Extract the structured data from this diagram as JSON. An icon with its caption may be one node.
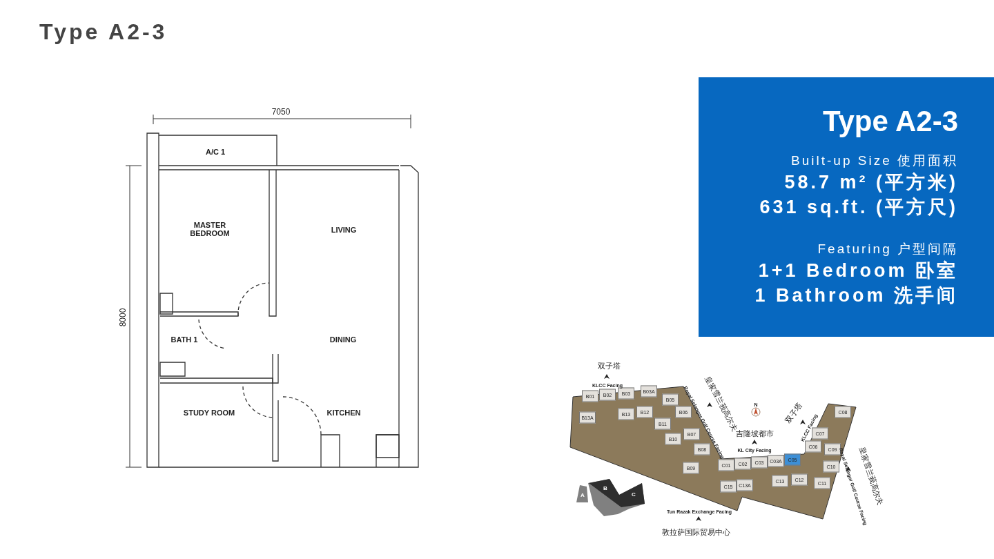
{
  "diagram": {
    "title": "Type A2-3",
    "nodes": [
      {
        "text": [
          "A/C 1"
        ]
      },
      {
        "text": [
          "MASTER BEDROOM"
        ]
      },
      {
        "text": [
          "LIVING"
        ]
      },
      {
        "text": [
          "BATH 1"
        ]
      },
      {
        "text": [
          "DINING"
        ]
      },
      {
        "text": [
          "STUDY ROOM"
        ]
      },
      {
        "text": [
          "KITCHEN"
        ]
      },
      {
        "text": [
          "Type A2-3",
          "Built-up Size 使用面积",
          "58.7 m² (平方米)",
          "631 sq.ft. (平方尺)",
          "Featuring 户型间隔",
          "1+1 Bedroom 卧室",
          "1 Bathroom 洗手间"
        ]
      },
      {
        "text": [],
        "shape": "picture"
      },
      {
        "text": [
          "B01"
        ],
        "in": 8
      },
      {
        "text": [
          "B02"
        ],
        "in": 8
      },
      {
        "text": [
          "B03"
        ],
        "in": 8
      },
      {
        "text": [
          "B03A"
        ],
        "in": 8
      },
      {
        "text": [
          "B13A"
        ],
        "in": 8
      },
      {
        "text": [
          "B13"
        ],
        "in": 8
      },
      {
        "text": [
          "B12"
        ],
        "in": 8
      },
      {
        "text": [
          "B05"
        ],
        "in": 8
      },
      {
        "text": [
          "B06"
        ],
        "in": 8
      },
      {
        "text": [
          "B11"
        ],
        "in": 8
      },
      {
        "text": [
          "B10"
        ],
        "in": 8
      },
      {
        "text": [
          "B07"
        ],
        "in": 8
      },
      {
        "text": [
          "B08"
        ],
        "in": 8
      },
      {
        "text": [
          "B09"
        ],
        "in": 8
      },
      {
        "text": [
          "C08"
        ],
        "in": 8
      },
      {
        "text": [
          "C07"
        ],
        "in": 8
      },
      {
        "text": [
          "C06"
        ],
        "in": 8
      },
      {
        "text": [
          "C09"
        ],
        "in": 8
      },
      {
        "text": [
          "C10"
        ],
        "in": 8
      },
      {
        "text": [
          "C11"
        ],
        "in": 8
      },
      {
        "text": [
          "C01"
        ],
        "in": 8
      },
      {
        "text": [
          "C02"
        ],
        "in": 8
      },
      {
        "text": [
          "C03"
        ],
        "in": 8
      },
      {
        "text": [
          "C03A"
        ],
        "in": 8
      },
      {
        "text": [
          "C05"
        ],
        "in": 8
      },
      {
        "text": [
          "C15"
        ],
        "in": 8
      },
      {
        "text": [
          "C13A"
        ],
        "in": 8
      },
      {
        "text": [
          "C13"
        ],
        "in": 8
      },
      {
        "text": [
          "C12"
        ],
        "in": 8
      },
      {
        "text": [],
        "shape": "picture",
        "in": 8
      },
      {
        "text": [
          "A"
        ],
        "in": 38
      },
      {
        "text": [
          "B"
        ],
        "in": 38
      },
      {
        "text": [
          "C"
        ],
        "in": 38
      }
    ],
    "labels": [
      "7050",
      "8000",
      "双子塔",
      "KLCC Facing",
      "Royal Selangor Golf Course Facing",
      "皇家雪兰莪高尔夫",
      "N",
      "双子塔",
      "KLCC Facing",
      "吉隆坡都市",
      "KL City Facing",
      "Royal Selangor Golf Course Facing",
      "皇家雪兰莪高尔夫",
      "Tun Razak Exchange Facing",
      "敦拉萨国际贸易中心"
    ]
  }
}
